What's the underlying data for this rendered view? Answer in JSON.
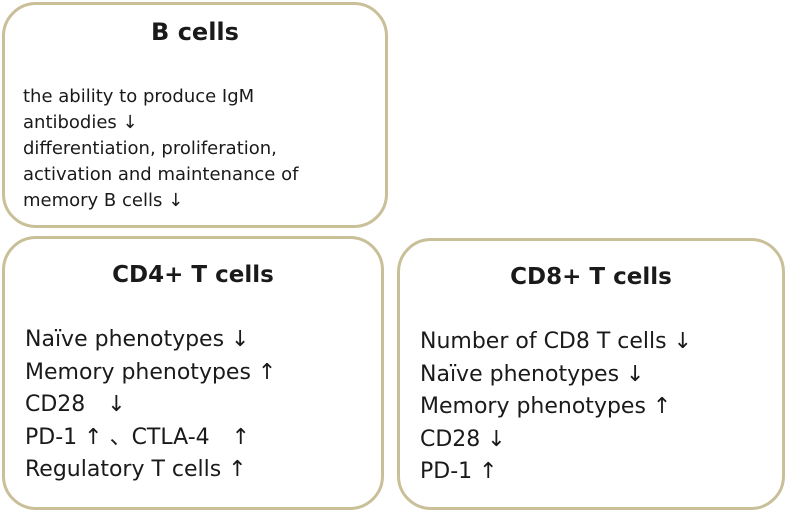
{
  "b_cells": {
    "title": "B cells",
    "lines": [
      "the ability to produce IgM",
      "antibodies ↓",
      "differentiation, proliferation,",
      "activation and maintenance of",
      "memory B cells ↓"
    ]
  },
  "cd4_t_cells": {
    "title": "CD4+ T cells",
    "lines": [
      "Naïve phenotypes ↓",
      "Memory phenotypes ↑",
      "CD28　↓",
      "PD-1 ↑ 、CTLA-4　↑",
      "Regulatory T cells ↑"
    ]
  },
  "cd8_t_cells": {
    "title": "CD8+ T cells",
    "lines": [
      "Number of CD8 T cells ↓",
      "Naïve phenotypes ↓",
      "Memory phenotypes ↑",
      "CD28 ↓",
      "PD-1 ↑"
    ]
  },
  "colors": {
    "box_border": "#c9bf98",
    "text": "#1a1a1a",
    "background": "#ffffff"
  }
}
